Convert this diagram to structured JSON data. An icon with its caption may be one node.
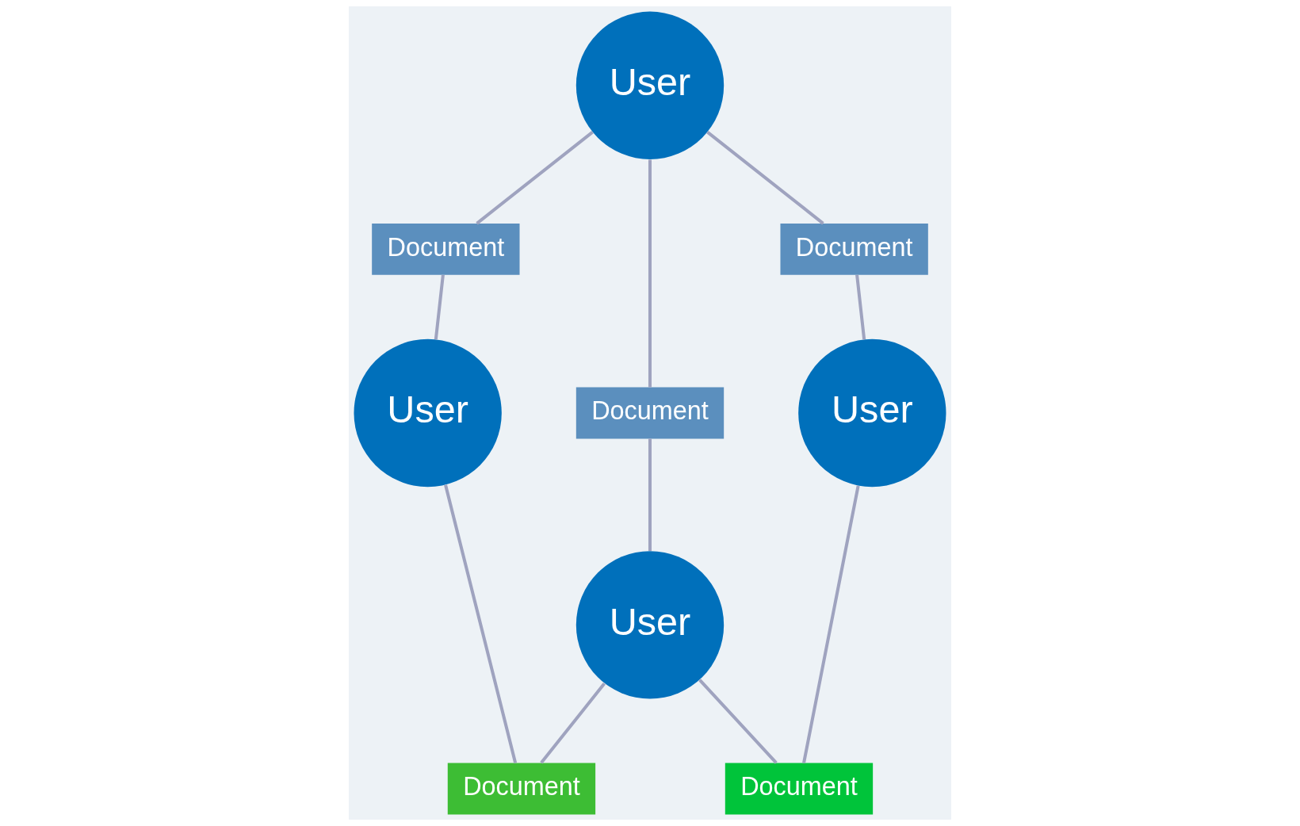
{
  "diagram": {
    "nodes": [
      {
        "text": [
          "User"
        ]
      },
      {
        "text": [
          "Document"
        ]
      },
      {
        "text": [
          "Document"
        ]
      },
      {
        "text": [
          "Document"
        ]
      },
      {
        "text": [
          "User"
        ]
      },
      {
        "text": [
          "User"
        ]
      },
      {
        "text": [
          "Document"
        ]
      },
      {
        "text": [
          "Document"
        ]
      },
      {
        "text": [
          "User"
        ]
      }
    ],
    "edges": [
      {
        "from": 0,
        "to": 1,
        "arrow": "none"
      },
      {
        "from": 1,
        "to": 4,
        "arrow": "none"
      },
      {
        "from": 0,
        "to": 3,
        "arrow": "none"
      },
      {
        "from": 3,
        "to": 8,
        "arrow": "none"
      },
      {
        "from": 0,
        "to": 2,
        "arrow": "none"
      },
      {
        "from": 2,
        "to": 5,
        "arrow": "none"
      },
      {
        "from": 4,
        "to": 6,
        "arrow": "none"
      },
      {
        "from": 6,
        "to": 8,
        "arrow": "none"
      },
      {
        "from": 8,
        "to": 7,
        "arrow": "none"
      },
      {
        "from": 7,
        "to": 5,
        "arrow": "none"
      }
    ]
  }
}
